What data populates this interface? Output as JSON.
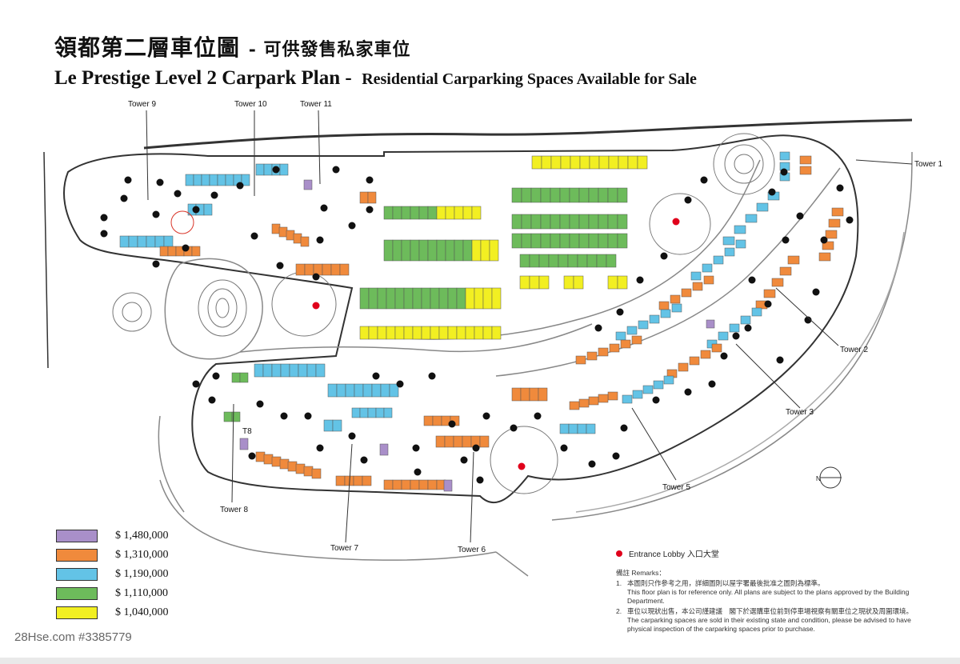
{
  "title_cn": "領都第二層車位圖",
  "title_cn_suffix": "- 可供發售私家車位",
  "title_en": "Le Prestige Level 2 Carpark Plan -",
  "title_en_suffix": "Residential Carparking Spaces Available for Sale",
  "towers": [
    "Tower 9",
    "Tower 10",
    "Tower 11",
    "Tower 1",
    "Tower 2",
    "Tower 3",
    "Tower 5",
    "Tower 6",
    "Tower 7",
    "Tower 8",
    "T8"
  ],
  "north_label": "N",
  "legend": [
    {
      "price": "$ 1,480,000",
      "color": "#a98fc9"
    },
    {
      "price": "$ 1,310,000",
      "color": "#f08a3c"
    },
    {
      "price": "$ 1,190,000",
      "color": "#63c3e6"
    },
    {
      "price": "$ 1,110,000",
      "color": "#6dbb5b"
    },
    {
      "price": "$ 1,040,000",
      "color": "#f2ef22"
    }
  ],
  "lobby_legend": {
    "label": "Entrance Lobby 入口大堂",
    "color": "#e0001b"
  },
  "remarks": {
    "heading": "備註 Remarks：",
    "items": [
      {
        "num": "1.",
        "cn": "本圖則只作參考之用，詳細圖則以屋宇署最後批准之圖則為標準。",
        "en": "This floor plan is for reference only. All plans are subject to the plans approved by the Building Department."
      },
      {
        "num": "2.",
        "cn": "車位以現狀出售，本公司謹建議　閣下於選購車位前到停車場視察有關車位之現狀及周圍環境。",
        "en": "The carparking spaces are sold in their existing state and condition, please be advised to have physical inspection of the carparking spaces prior to purchase."
      }
    ]
  },
  "watermark": "28Hse.com #3385779"
}
